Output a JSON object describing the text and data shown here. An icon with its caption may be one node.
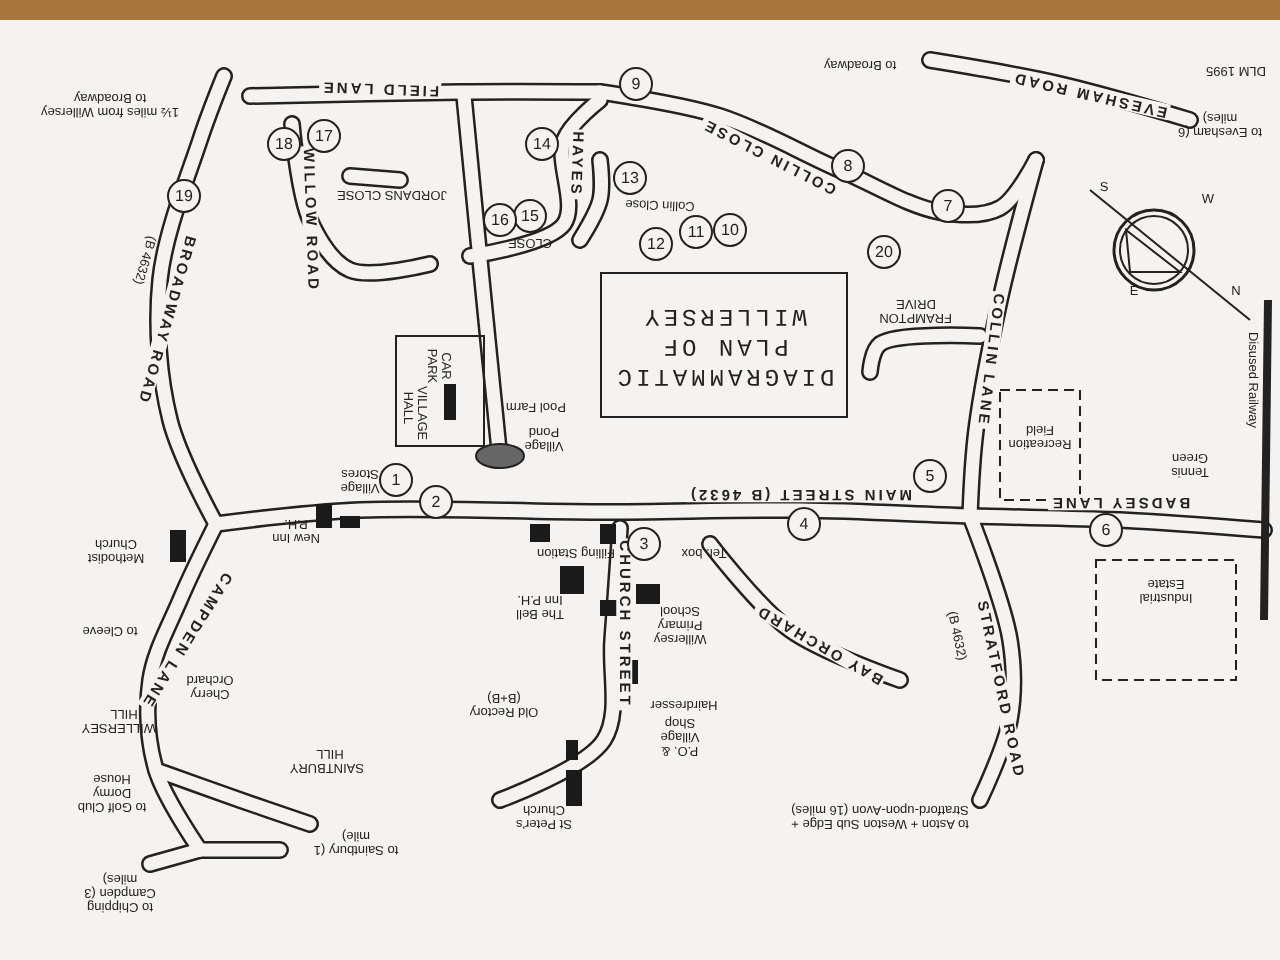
{
  "diagram": {
    "title": "DIAGRAMMATIC PLAN OF WILLERSEY",
    "labels": [
      "1½ miles from Willersey to Broadway",
      "FIELD LANE",
      "to Broadway",
      "DLM 1995",
      "EVESHAM ROAD",
      "to Evesham (6 miles)",
      "WILLOW ROAD",
      "JORDANS CLOSE",
      "HAYES",
      "CLOSE",
      "Collin Close",
      "COLLIN CLOSE",
      "FRAMPTON DRIVE",
      "COLLIN LANE",
      "W",
      "S",
      "E",
      "N",
      "Disused Railway",
      "BROADWAY ROAD",
      "(B 4632)",
      "CAR PARK",
      "VILLAGE HALL",
      "Pool Farm",
      "Village Pond",
      "Recreation Field",
      "Tennis Green",
      "Village Stores",
      "New Inn P.H.",
      "MAIN STREET (B 4632)",
      "BADSEY LANE",
      "Methodist Church",
      "Filling Station",
      "Tel. box",
      "The Bell Inn P.H.",
      "Industrial Estate",
      "Willersey Primary School",
      "CHURCH STREET",
      "BAY ORCHARD",
      "(B 4632)",
      "STRATFORD ROAD",
      "to Cleeve",
      "CAMPDEN LANE",
      "Cherry Orchard",
      "Old Rectory (B+B)",
      "Hairdresser",
      "P.O. & Village Shop",
      "WILLERSEY HILL",
      "SAINTBURY HILL",
      "St Peter's Church",
      "to Golf Club Dormy House",
      "to Chipping Campden (3 miles)",
      "to Saintbury (1 mile)",
      "to Aston + Weston Sub Edge + Stratford-upon-Avon (16 miles)",
      "1",
      "2",
      "3",
      "4",
      "5",
      "6",
      "7",
      "8",
      "9",
      "10",
      "11",
      "12",
      "13",
      "14",
      "15",
      "16",
      "17",
      "18",
      "19",
      "20"
    ]
  }
}
